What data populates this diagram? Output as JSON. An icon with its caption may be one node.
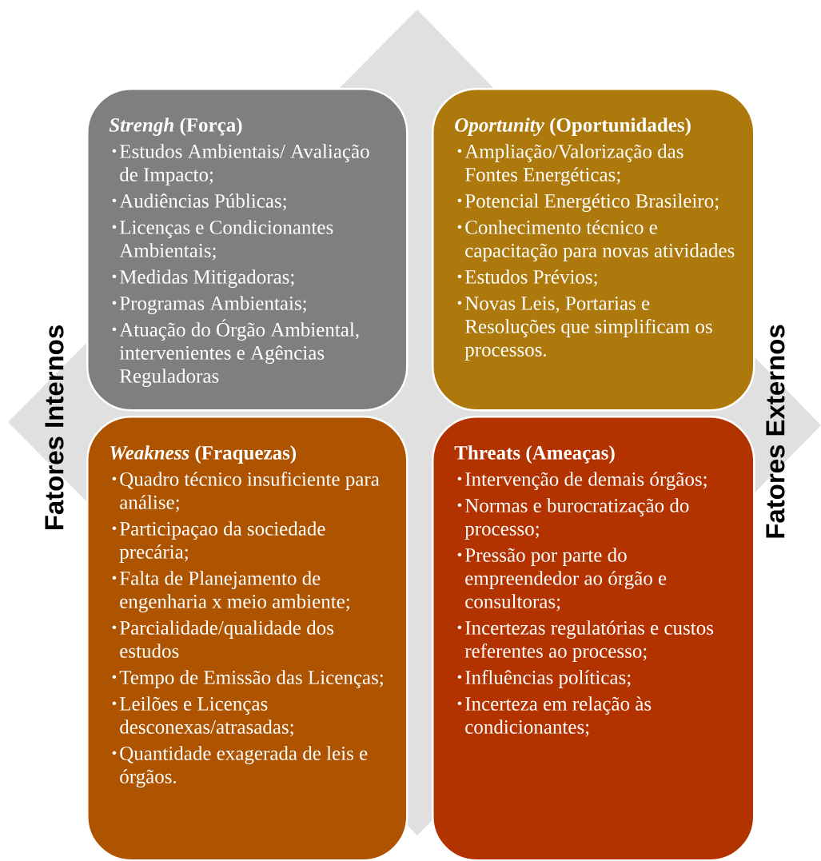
{
  "diagram": {
    "nodes": [
      {
        "text": [
          "*Strengh* (Força)",
          "Estudos Ambientais/ Avaliação de Impacto;",
          "Audiências Públicas;",
          "Licenças e Condicionantes Ambientais;",
          "Medidas Mitigadoras;",
          "Programas Ambientais;",
          "Atuação do Órgão Ambiental, intervenientes e Agências Reguladoras"
        ]
      },
      {
        "text": [
          "*Oportunity* (Oportunidades)",
          "Ampliação/Valorização das Fontes Energéticas;",
          "Potencial Energético Brasileiro;",
          "Conhecimento técnico e capacitação para novas atividades",
          "Estudos Prévios;",
          "Novas Leis, Portarias e Resoluções que simplificam os processos."
        ]
      },
      {
        "text": [
          "*Weakness* (Fraquezas)",
          "Quadro técnico insuficiente para análise;",
          "Participaçao da sociedade precária;",
          "Falta de Planejamento de engenharia x meio ambiente;",
          "Parcialidade/qualidade dos estudos",
          "Tempo de Emissão das Licenças;",
          "Leilões e Licenças desconexas/atrasadas;",
          "Quantidade exagerada de leis e órgãos."
        ]
      },
      {
        "text": [
          "Threats (Ameaças)",
          "Intervenção de demais órgãos;",
          "Normas e burocratização do processo;",
          "Pressão por parte do empreendedor ao órgão e consultoras;",
          "Incertezas regulatórias e custos referentes ao processo;",
          "Influências políticas;",
          "Incerteza em relação às condicionantes;"
        ]
      }
    ],
    "labels": [
      "Fatores Internos",
      "Fatores Externos"
    ]
  }
}
